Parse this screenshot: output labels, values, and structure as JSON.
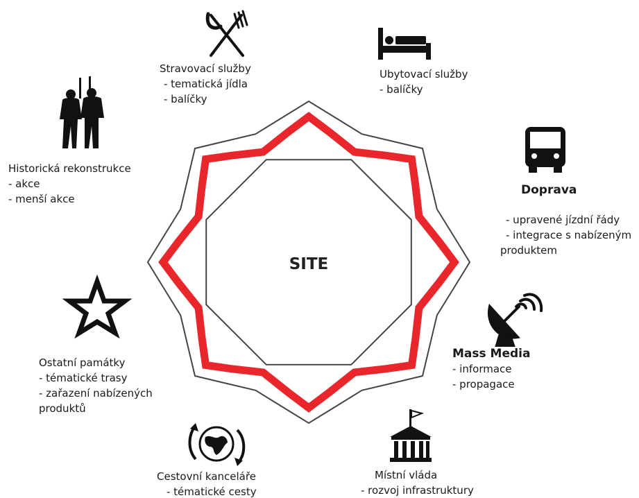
{
  "center": {
    "title": "SITE"
  },
  "colors": {
    "accent": "#e8262b",
    "outline": "#444444",
    "fill": "#ffffff",
    "icon": "#111111"
  },
  "nodes": {
    "food": {
      "icon": "fork-knife-icon",
      "title": "Stravovací služby",
      "items": [
        "- tematická jídla",
        "- balíčky"
      ]
    },
    "accommodation": {
      "icon": "bed-icon",
      "title": "Ubytovací služby",
      "items": [
        "- balíčky"
      ]
    },
    "transport": {
      "icon": "bus-icon",
      "title": "Doprava",
      "items": [
        "- upravené jízdní řády",
        "- integrace s nabízeným",
        "produktem"
      ]
    },
    "media": {
      "icon": "satellite-dish-icon",
      "title": "Mass Media",
      "items": [
        "- informace",
        "- propagace"
      ]
    },
    "government": {
      "icon": "town-hall-icon",
      "title": "Místní vláda",
      "items": [
        "- rozvoj infrastruktury"
      ]
    },
    "travel": {
      "icon": "globe-cycle-icon",
      "title": "Cestovní kanceláře",
      "items": [
        "- tématické cesty"
      ]
    },
    "monuments": {
      "icon": "star-outline-icon",
      "title": "Ostatní památky",
      "items": [
        "- tématické trasy",
        "- zařazení nabízených",
        "produktů"
      ]
    },
    "reenactment": {
      "icon": "soldiers-icon",
      "title": "Historická rekonstrukce",
      "items": [
        "- akce",
        "- menší akce"
      ]
    }
  }
}
